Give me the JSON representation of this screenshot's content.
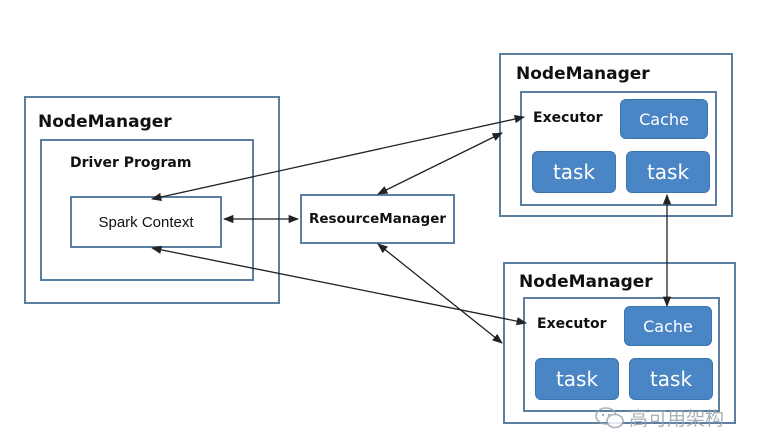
{
  "left_node": {
    "title": "NodeManager",
    "driver": {
      "title": "Driver Program",
      "spark_context": "Spark Context"
    }
  },
  "resource_manager": "ResourceManager",
  "top_node": {
    "title": "NodeManager",
    "executor": {
      "title": "Executor",
      "cache": "Cache",
      "task1": "task",
      "task2": "task"
    }
  },
  "bottom_node": {
    "title": "NodeManager",
    "executor": {
      "title": "Executor",
      "cache": "Cache",
      "task1": "task",
      "task2": "task"
    }
  },
  "watermark": "高可用架构",
  "colors": {
    "border": "#5b7ea3",
    "pill": "#4a86c5"
  }
}
